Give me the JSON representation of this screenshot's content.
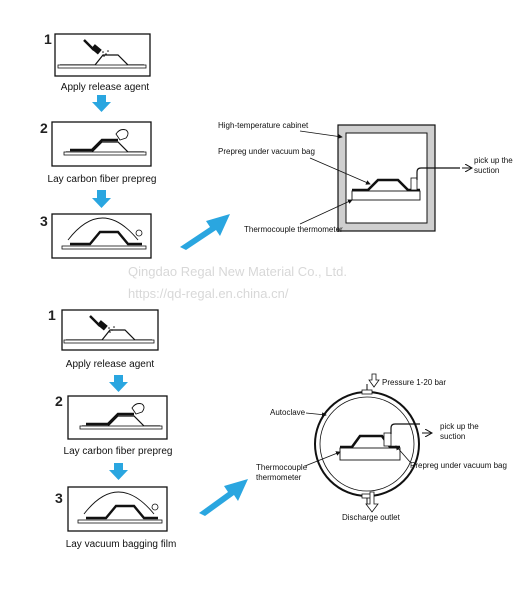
{
  "top_process": {
    "steps": [
      {
        "number": "1",
        "caption": "Apply release agent"
      },
      {
        "number": "2",
        "caption": "Lay carbon fiber prepreg"
      },
      {
        "number": "3",
        "caption": ""
      }
    ],
    "cabinet": {
      "title": "High-temperature cabinet",
      "prepreg_label": "Prepreg under vacuum bag",
      "suction_label_line1": "pick up the",
      "suction_label_line2": "suction",
      "thermo_label": "Thermocouple thermometer"
    }
  },
  "watermark": {
    "company": "Qingdao Regal New Material Co., Ltd.",
    "url": "https://qd-regal.en.china.cn/"
  },
  "bottom_process": {
    "steps": [
      {
        "number": "1",
        "caption": "Apply release agent"
      },
      {
        "number": "2",
        "caption": "Lay carbon fiber prepreg"
      },
      {
        "number": "3",
        "caption": "Lay vacuum bagging film"
      }
    ],
    "autoclave": {
      "pressure_label": "Pressure 1-20 bar",
      "autoclave_label": "Autoclave",
      "suction_label_line1": "pick up the",
      "suction_label_line2": "suction",
      "thermo_label_line1": "Thermocouple",
      "thermo_label_line2": "thermometer",
      "prepreg_label": "Prepreg under vacuum bag",
      "discharge_label": "Discharge outlet"
    }
  },
  "colors": {
    "arrow_blue": "#2aa6e0",
    "line": "#111111",
    "cabinet_wall": "#cfcfcf"
  }
}
